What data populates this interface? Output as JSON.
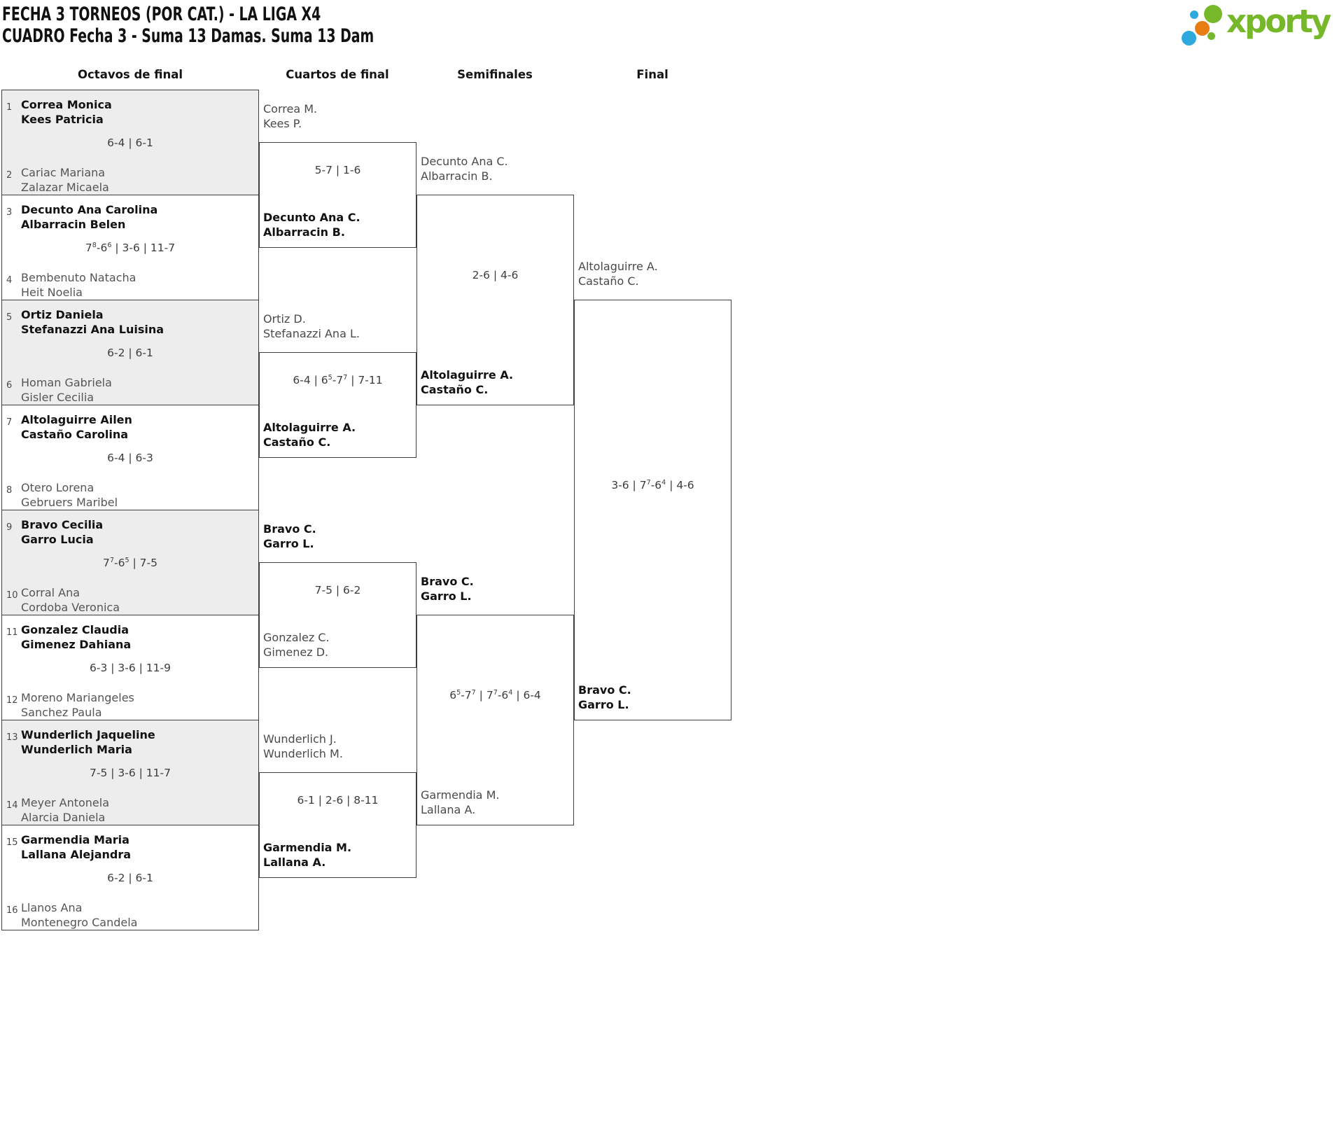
{
  "header": {
    "title": "FECHA 3 TORNEOS (POR CAT.) - LA LIGA X4",
    "subtitle": "CUADRO Fecha 3 - Suma 13 Damas. Suma 13 Dam"
  },
  "logo": {
    "wordmark": "xporty"
  },
  "colors": {
    "green": "#76b82a",
    "blue": "#2ea9de",
    "orange": "#e87c12",
    "border": "#3e3e3e",
    "box_fill": "#ededed"
  },
  "rounds": [
    "Octavos de final",
    "Cuartos de final",
    "Semifinales",
    "Final"
  ],
  "bracket": {
    "octavos": [
      {
        "seed_top": "1",
        "top": [
          "Correa Monica",
          "Kees Patricia"
        ],
        "seed_bottom": "2",
        "bottom": [
          "Cariac Mariana",
          "Zalazar Micaela"
        ],
        "score": "6-4 | 6-1",
        "winner": "top"
      },
      {
        "seed_top": "3",
        "top": [
          "Decunto Ana Carolina",
          "Albarracin Belen"
        ],
        "seed_bottom": "4",
        "bottom": [
          "Bembenuto Natacha",
          "Heit Noelia"
        ],
        "score": "7^8-6^6 | 3-6 | 11-7",
        "winner": "top"
      },
      {
        "seed_top": "5",
        "top": [
          "Ortiz Daniela",
          "Stefanazzi Ana Luisina"
        ],
        "seed_bottom": "6",
        "bottom": [
          "Homan Gabriela",
          "Gisler Cecilia"
        ],
        "score": "6-2 | 6-1",
        "winner": "top"
      },
      {
        "seed_top": "7",
        "top": [
          "Altolaguirre Ailen",
          "Castaño Carolina"
        ],
        "seed_bottom": "8",
        "bottom": [
          "Otero Lorena",
          "Gebruers Maribel"
        ],
        "score": "6-4 | 6-3",
        "winner": "top"
      },
      {
        "seed_top": "9",
        "top": [
          "Bravo Cecilia",
          "Garro Lucia"
        ],
        "seed_bottom": "10",
        "bottom": [
          "Corral Ana",
          "Cordoba Veronica"
        ],
        "score": "7^7-6^5 | 7-5",
        "winner": "top"
      },
      {
        "seed_top": "11",
        "top": [
          "Gonzalez Claudia",
          "Gimenez Dahiana"
        ],
        "seed_bottom": "12",
        "bottom": [
          "Moreno Mariangeles",
          "Sanchez Paula"
        ],
        "score": "6-3 | 3-6 | 11-9",
        "winner": "top"
      },
      {
        "seed_top": "13",
        "top": [
          "Wunderlich Jaqueline",
          "Wunderlich Maria"
        ],
        "seed_bottom": "14",
        "bottom": [
          "Meyer Antonela",
          "Alarcia Daniela"
        ],
        "score": "7-5 | 3-6 | 11-7",
        "winner": "top"
      },
      {
        "seed_top": "15",
        "top": [
          "Garmendia Maria",
          "Lallana Alejandra"
        ],
        "seed_bottom": "16",
        "bottom": [
          "Llanos Ana",
          "Montenegro Candela"
        ],
        "score": "6-2 | 6-1",
        "winner": "top"
      }
    ],
    "cuartos": [
      {
        "top": [
          "Correa M.",
          "Kees P."
        ],
        "bottom": [
          "Decunto Ana C.",
          "Albarracin B."
        ],
        "score": "5-7 | 1-6",
        "winner": "bottom"
      },
      {
        "top": [
          "Ortiz D.",
          "Stefanazzi Ana L."
        ],
        "bottom": [
          "Altolaguirre A.",
          "Castaño C."
        ],
        "score": "6-4 | 6^5-7^7 | 7-11",
        "winner": "bottom"
      },
      {
        "top": [
          "Bravo C.",
          "Garro L."
        ],
        "bottom": [
          "Gonzalez C.",
          "Gimenez D."
        ],
        "score": "7-5 | 6-2",
        "winner": "top"
      },
      {
        "top": [
          "Wunderlich J.",
          "Wunderlich M."
        ],
        "bottom": [
          "Garmendia M.",
          "Lallana A."
        ],
        "score": "6-1 | 2-6 | 8-11",
        "winner": "bottom"
      }
    ],
    "semifinales": [
      {
        "top": [
          "Decunto Ana C.",
          "Albarracin B."
        ],
        "bottom": [
          "Altolaguirre A.",
          "Castaño C."
        ],
        "score": "2-6 | 4-6",
        "winner": "bottom"
      },
      {
        "top": [
          "Bravo C.",
          "Garro L."
        ],
        "bottom": [
          "Garmendia M.",
          "Lallana A."
        ],
        "score": "6^5-7^7 | 7^7-6^4 | 6-4",
        "winner": "top"
      }
    ],
    "final": [
      {
        "top": [
          "Altolaguirre A.",
          "Castaño C."
        ],
        "bottom": [
          "Bravo C.",
          "Garro L."
        ],
        "score": "3-6 | 7^7-6^4 | 4-6",
        "winner": "bottom"
      }
    ]
  }
}
